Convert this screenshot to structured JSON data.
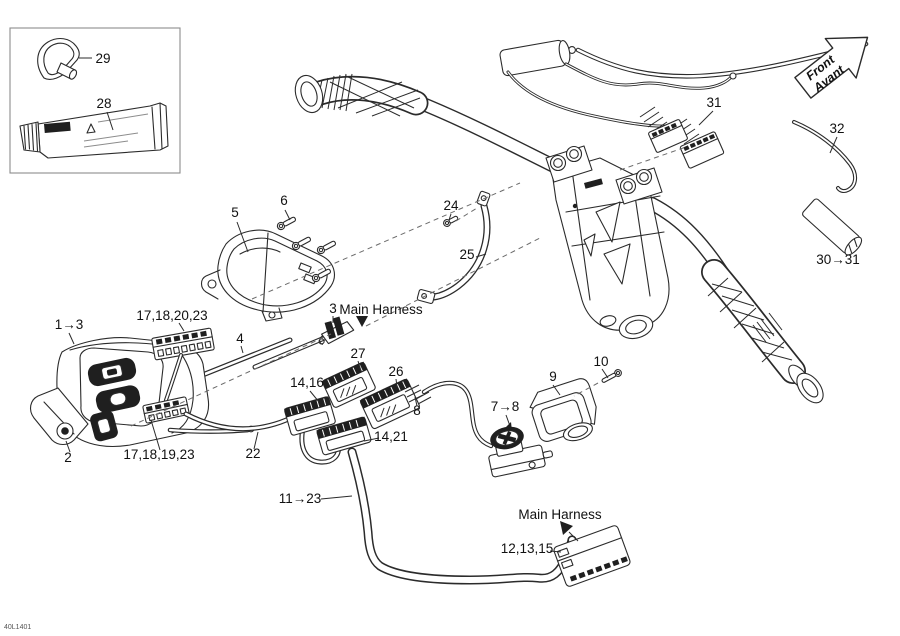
{
  "diagram": {
    "code": "40L1401",
    "front_arrow": {
      "line1": "Front",
      "line2": "Avant"
    },
    "main_harness": {
      "upper": "Main Harness",
      "lower": "Main Harness"
    },
    "colors": {
      "line": "#2b2b2b",
      "dark_fill": "#1f1f1f",
      "background": "#ffffff"
    },
    "callouts": {
      "c29": "29",
      "c28": "28",
      "c5": "5",
      "c6": "6",
      "c24": "24",
      "c25": "25",
      "c31": "31",
      "c32": "32",
      "c30to31": "30→31",
      "c1to3": "1→3",
      "c17_18_20_23": "17,18,20,23",
      "c3": "3",
      "c4": "4",
      "c27": "27",
      "c26": "26",
      "c14_16": "14,16",
      "c8": "8",
      "c10": "10",
      "c9": "9",
      "c7to8": "7→8",
      "c14_21": "14,21",
      "c2": "2",
      "c17_18_19_23": "17,18,19,23",
      "c22": "22",
      "c11to23": "11→23",
      "c12_13_15": "12,13,15"
    }
  }
}
